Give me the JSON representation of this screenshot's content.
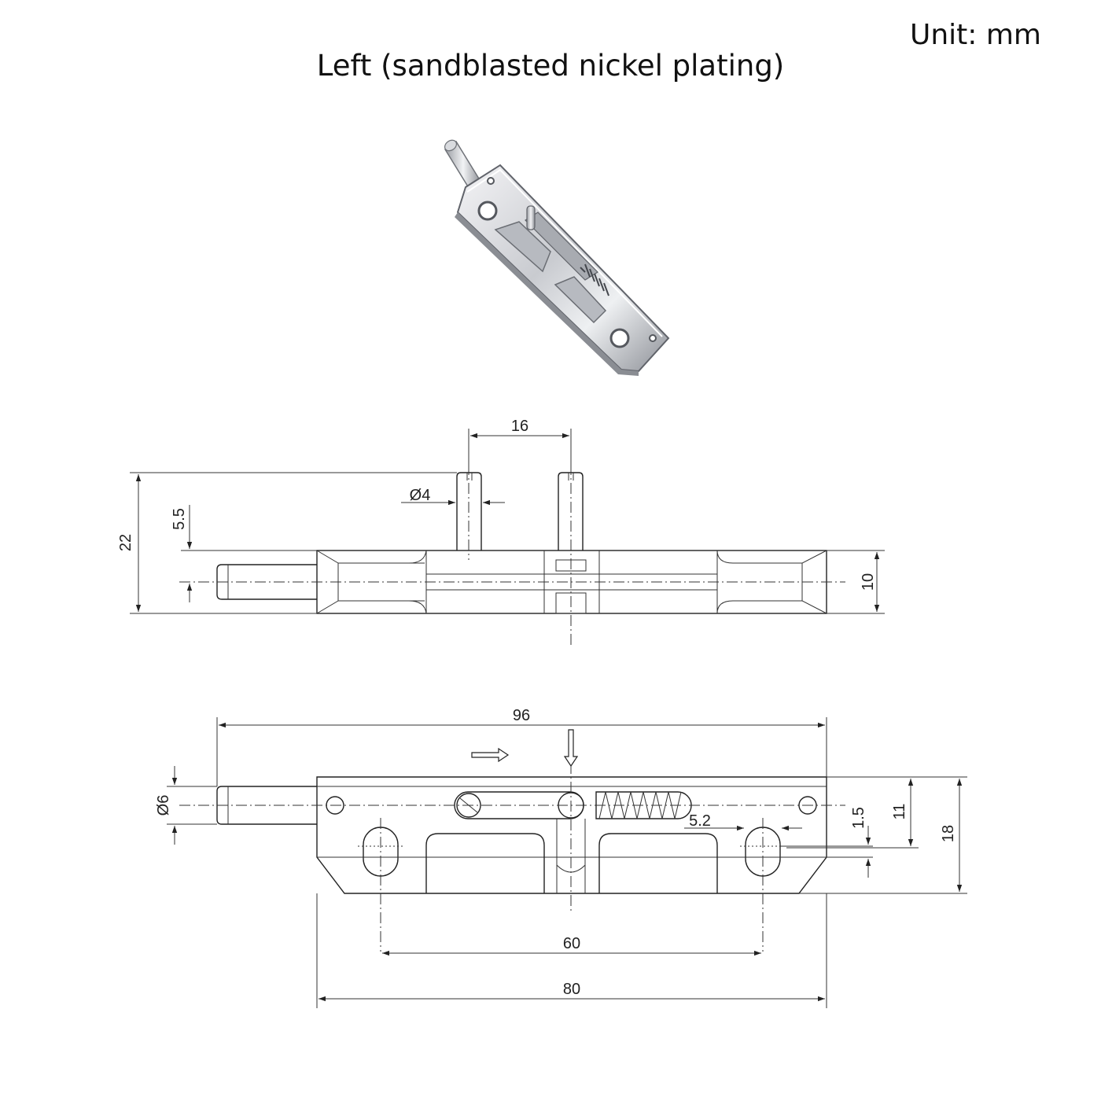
{
  "header": {
    "unit_label": "Unit:  mm",
    "title": "Left (sandblasted nickel plating)"
  },
  "colors": {
    "line": "#222222",
    "metal_light": "#e8e8ea",
    "metal_dark": "#7c7f86"
  },
  "side_view": {
    "dim_pin_spacing": "16",
    "dim_pin_diameter": "Ø4",
    "dim_offset": "5.5",
    "dim_total_height": "22",
    "dim_body_height": "10"
  },
  "top_view": {
    "dim_total_length": "96",
    "dim_bolt_diameter": "Ø6",
    "dim_slot_width": "5.2",
    "dim_slot_offset": "1.5",
    "dim_center_height": "11",
    "dim_body_width": "18",
    "dim_hole_spacing": "60",
    "dim_body_length": "80"
  }
}
